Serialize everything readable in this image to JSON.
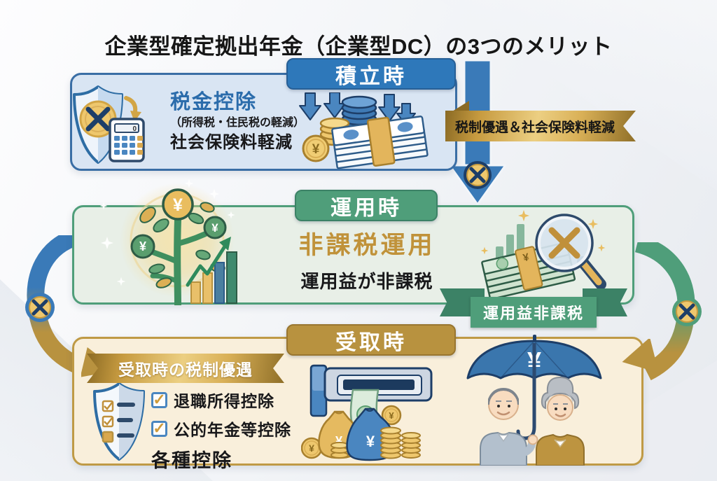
{
  "title": "企業型確定拠出年金（企業型DC）の3つのメリット",
  "currency_symbol": "¥",
  "icons": {
    "calculator_display": "0",
    "check_glyph": "✓"
  },
  "colors": {
    "accent_blue": "#2e78ba",
    "accent_green": "#4f9e7a",
    "accent_gold": "#b8923f"
  },
  "sections": {
    "tsumitate": {
      "header": "積立時",
      "benefit_title": "税金控除",
      "benefit_note": "（所得税・住民税の軽減）",
      "benefit_secondary": "社会保険料軽減",
      "banner": "税制優遇＆社会保険料軽減"
    },
    "unyou": {
      "header": "運用時",
      "benefit_title": "非課税運用",
      "benefit_note": "運用益が非課税",
      "ribbon": "運用益非課税"
    },
    "uketori": {
      "header": "受取時",
      "banner": "受取時の税制優遇",
      "checklist": [
        "退職所得控除",
        "公的年金等控除"
      ],
      "benefit_other": "各種控除"
    }
  }
}
